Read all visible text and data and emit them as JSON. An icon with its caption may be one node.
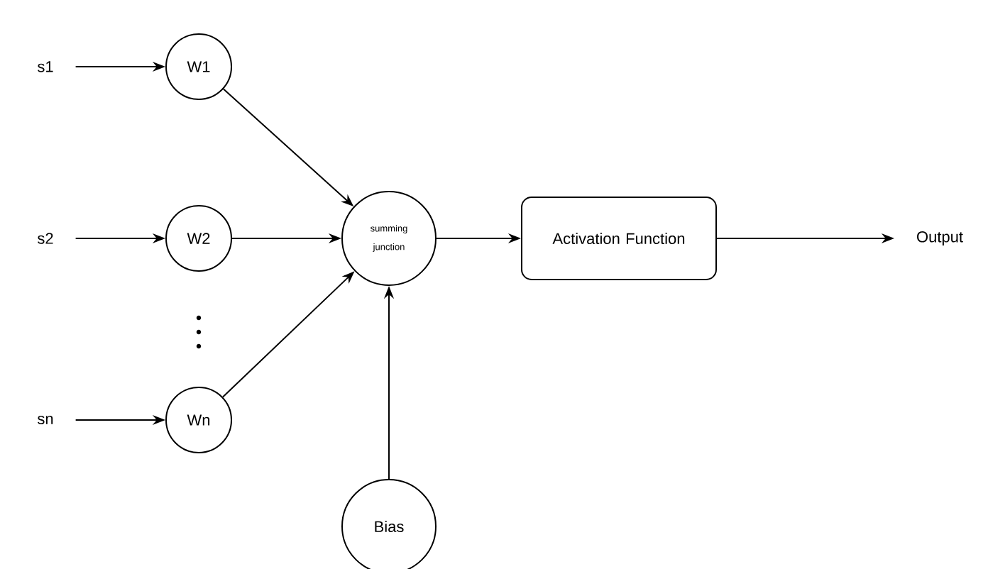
{
  "diagram": {
    "nodes": [
      {
        "text": [
          "s1"
        ]
      },
      {
        "text": [
          "W1"
        ]
      },
      {
        "text": [
          "s2"
        ]
      },
      {
        "text": [
          "W2"
        ]
      },
      {
        "text": [
          "summing junction"
        ]
      },
      {
        "text": [
          "Activation Function"
        ]
      },
      {
        "text": [
          "Output"
        ]
      },
      {
        "text": [
          "sn"
        ]
      },
      {
        "text": [
          "Wn"
        ]
      },
      {
        "text": [
          "Bias"
        ]
      }
    ],
    "edges": [
      {
        "from": 0,
        "to": 1,
        "arrow": "to"
      },
      {
        "from": 2,
        "to": 3,
        "arrow": "to"
      },
      {
        "from": 7,
        "to": 8,
        "arrow": "to"
      },
      {
        "from": 1,
        "to": 4,
        "arrow": "to"
      },
      {
        "from": 3,
        "to": 4,
        "arrow": "to"
      },
      {
        "from": 8,
        "to": 4,
        "arrow": "to"
      },
      {
        "from": 4,
        "to": 5,
        "arrow": "to"
      },
      {
        "from": 5,
        "to": 6,
        "arrow": "to"
      },
      {
        "from": 9,
        "to": 4,
        "arrow": "to"
      }
    ]
  }
}
